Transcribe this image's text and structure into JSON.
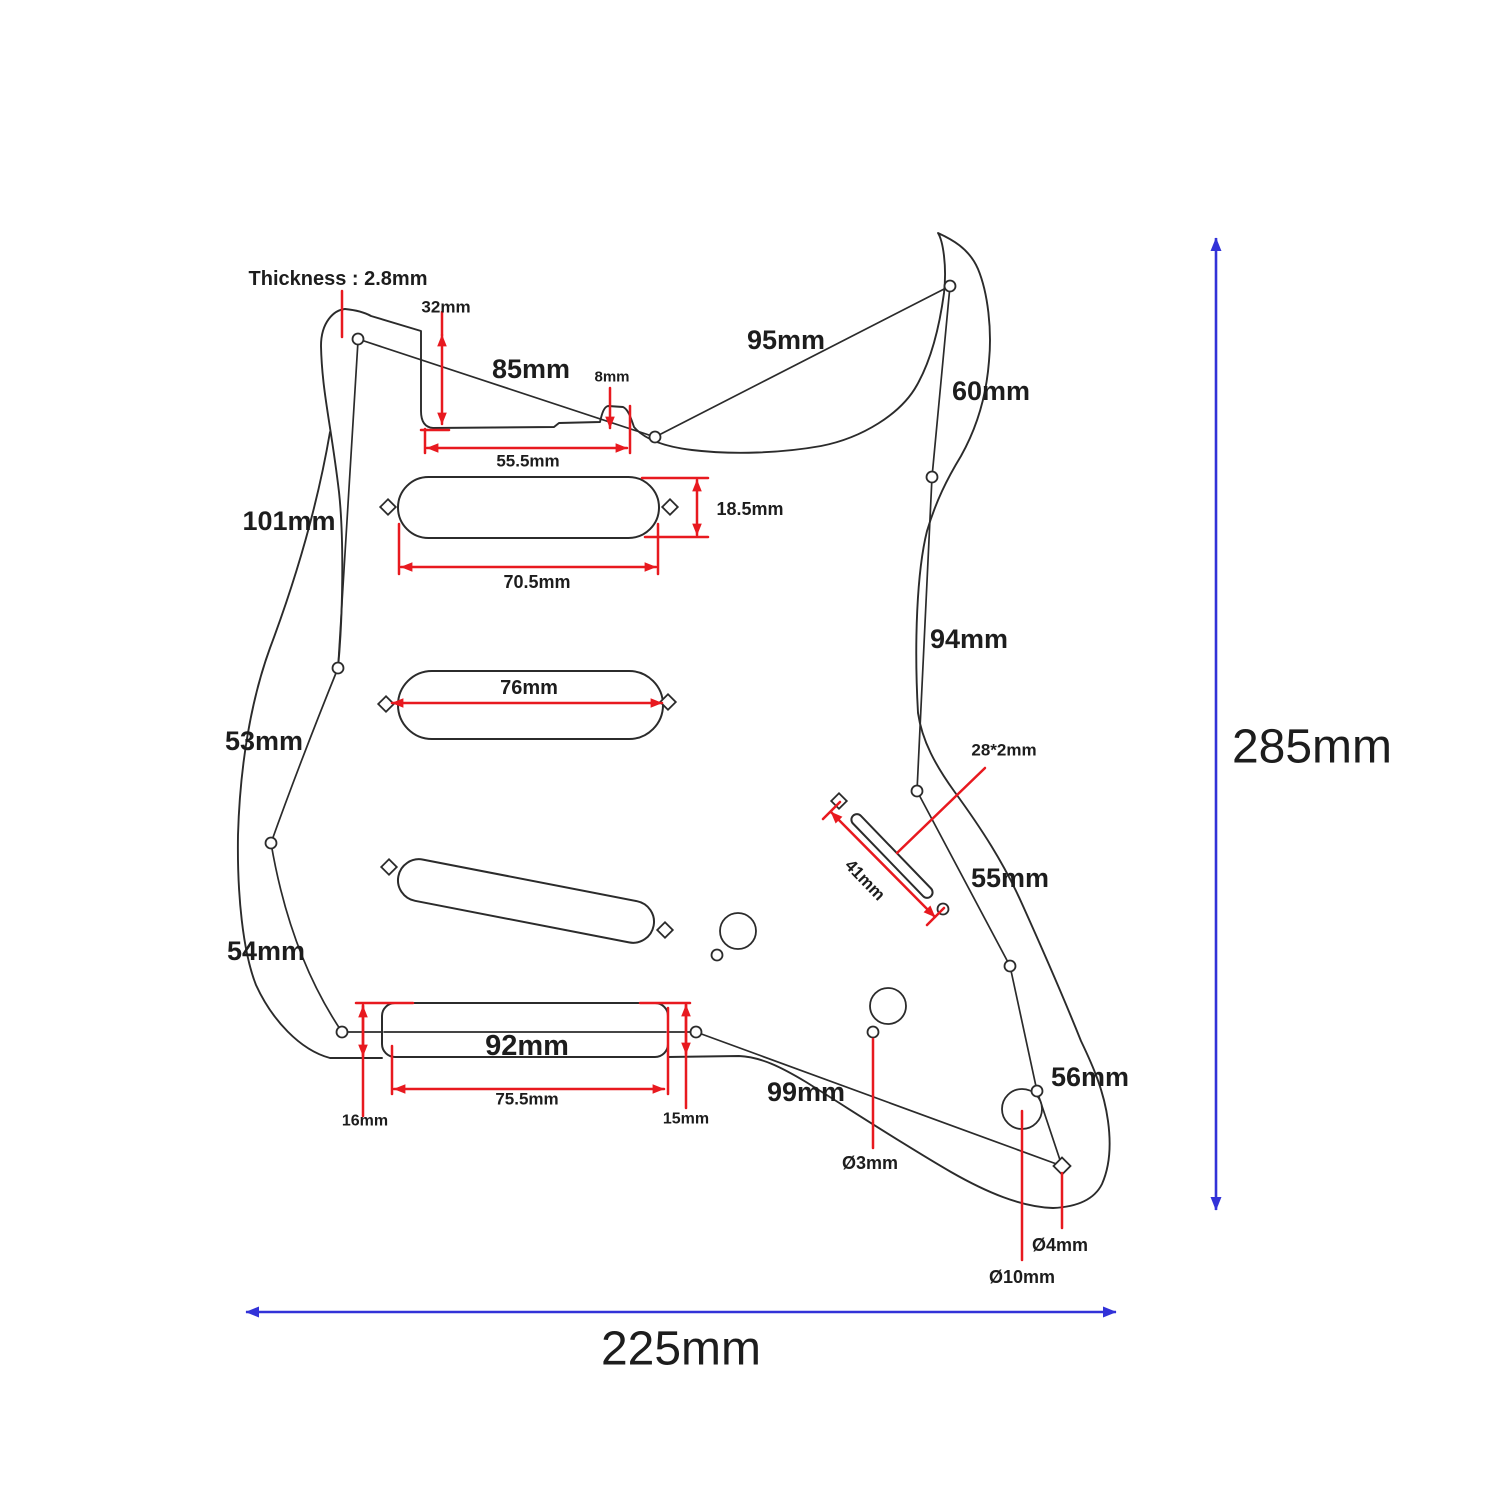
{
  "diagram": {
    "subject": "Guitar pickguard dimension drawing",
    "overall": {
      "height": "285mm",
      "width": "225mm"
    },
    "colors": {
      "line": "#2b2b2b",
      "dimension_red": "#e8191f",
      "overall_blue": "#3232d8",
      "background": "#ffffff"
    }
  },
  "labels": {
    "thickness": "Thickness : 2.8mm",
    "d32": "32mm",
    "d8": "8mm",
    "d85": "85mm",
    "d95": "95mm",
    "d60": "60mm",
    "d101": "101mm",
    "d555": "55.5mm",
    "d185": "18.5mm",
    "d705": "70.5mm",
    "d76": "76mm",
    "d53": "53mm",
    "d54": "54mm",
    "d94": "94mm",
    "d282": "28*2mm",
    "d41": "41mm",
    "d55": "55mm",
    "d56": "56mm",
    "d99": "99mm",
    "d92": "92mm",
    "d755": "75.5mm",
    "d16": "16mm",
    "d15": "15mm",
    "dia3": "Ø3mm",
    "dia4": "Ø4mm",
    "dia10": "Ø10mm",
    "height285": "285mm",
    "width225": "225mm"
  }
}
